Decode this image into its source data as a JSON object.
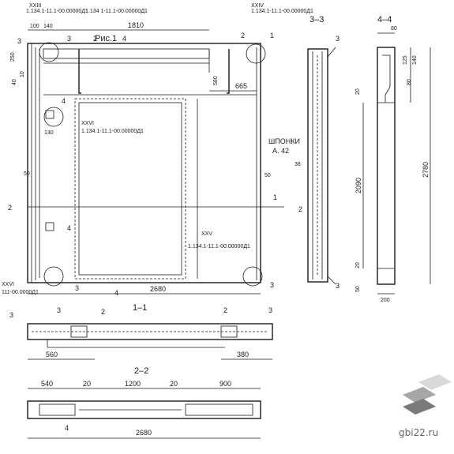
{
  "figure_caption": "Рис.1",
  "drawing_codes": {
    "top_left": "1.134.1-11.1-00.00000Д1",
    "top_center": "1.134 1-11.1-00.00000Д1",
    "xxiv": "1.134.1-11.1-00.00000Д1",
    "xxvi": "1.134.1-11.1-00.00000Д1",
    "xxv": "1.134.1-11.1-00.00000Д1",
    "left_bottom": "111-00.0000Д1"
  },
  "node_labels": {
    "xxiv": "XXIV",
    "xxvi": "XXVI",
    "xxv": "XXV",
    "xxvi_left": "XXVI",
    "xxiii": "XXIII"
  },
  "callouts": [
    "1",
    "2",
    "3",
    "4"
  ],
  "section_labels": {
    "s11": "1–1",
    "s22": "2–2",
    "s33": "3–3",
    "s44": "4–4"
  },
  "shponki": "ШПОНКИ",
  "shponki_sub": "А. 42",
  "main_dims": {
    "d100": "100",
    "d140": "140",
    "d1810": "1810",
    "d250": "250",
    "d40": "40",
    "d10": "10",
    "d130": "130",
    "d580": "580",
    "d665": "665",
    "d50_left": "50",
    "d50_right": "50",
    "d2680": "2680"
  },
  "s33_dims": {
    "d38": "38"
  },
  "s44_dims": {
    "d80_top": "80",
    "d125": "125",
    "d140": "140",
    "d80_mid": "80",
    "d20_top": "20",
    "d2090": "2090",
    "d2780": "2780",
    "d20_bot": "20",
    "d50": "50",
    "d200": "200"
  },
  "s11_dims": {
    "d560": "560",
    "d380": "380"
  },
  "s22_dims": {
    "d540": "540",
    "d20a": "20",
    "d1200": "1200",
    "d20b": "20",
    "d900": "900",
    "d2680": "2680"
  },
  "watermark": "gbi22.ru",
  "colors": {
    "ink": "#1a1a1a",
    "logo_light": "#d9d9d9",
    "logo_mid": "#a6a6a6",
    "logo_dark": "#7a7a7a"
  }
}
